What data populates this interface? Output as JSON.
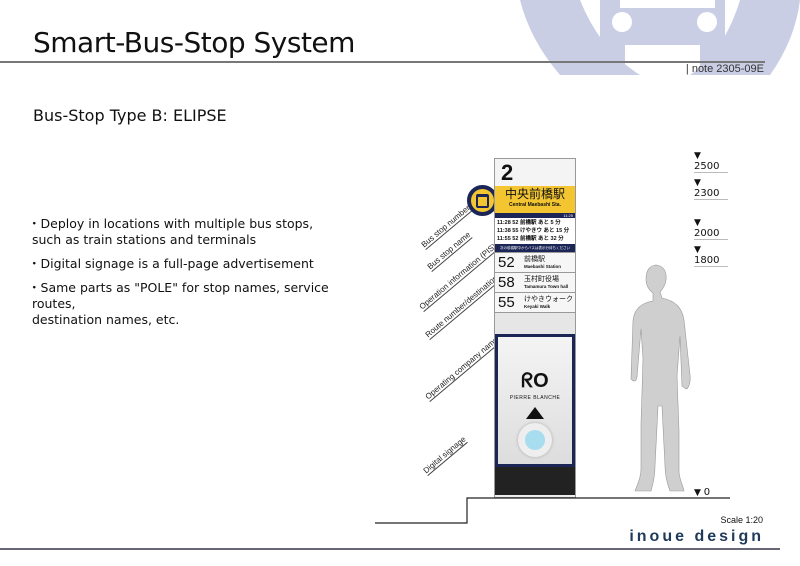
{
  "header": {
    "title": "Smart-Bus-Stop System",
    "note": "| note 2305-09E"
  },
  "subtitle": "Bus-Stop Type B: ELIPSE",
  "bullets": [
    "Deploy in locations with multiple bus stops,\nsuch as train stations and terminals",
    "Digital signage is a full-page advertisement",
    "Same parts as \"POLE\" for stop names, service routes,\ndestination names, etc."
  ],
  "sign": {
    "stop_number": "2",
    "stop_name_jp": "中央前橋駅",
    "stop_name_en": "Central Maebashi Sta.",
    "clock": "11:25",
    "schedule": [
      [
        "11:28",
        "52",
        "前橋駅",
        "あと 5 分"
      ],
      [
        "11:38",
        "55",
        "けやきウ",
        "あと 15 分"
      ],
      [
        "11:55",
        "52",
        "前橋駅",
        "あと 32 分"
      ]
    ],
    "notice": "次の前橋駅中からバスは表示分待ちください",
    "routes": [
      {
        "num": "52",
        "jp": "前橋駅",
        "en": "Maebashi Station"
      },
      {
        "num": "58",
        "jp": "玉村町役場",
        "en": "Tamamura Town hall"
      },
      {
        "num": "55",
        "jp": "けやきウォーク",
        "en": "Keyaki Walk"
      }
    ],
    "ad_brand": "PIERRE BLANCHE"
  },
  "labels": [
    "Bus stop number",
    "Bus stop name",
    "Operation information (PIS)",
    "Route number/destination",
    "Operating company name",
    "Digital signage"
  ],
  "dimensions": [
    "2500",
    "2300",
    "2000",
    "1800",
    "0"
  ],
  "footer": {
    "scale": "Scale 1:20",
    "brand": "inoue design"
  },
  "colors": {
    "yellow": "#f2c531",
    "navy": "#1b2556",
    "watermark": "#c9cee5",
    "brand": "#1f3a5a"
  }
}
